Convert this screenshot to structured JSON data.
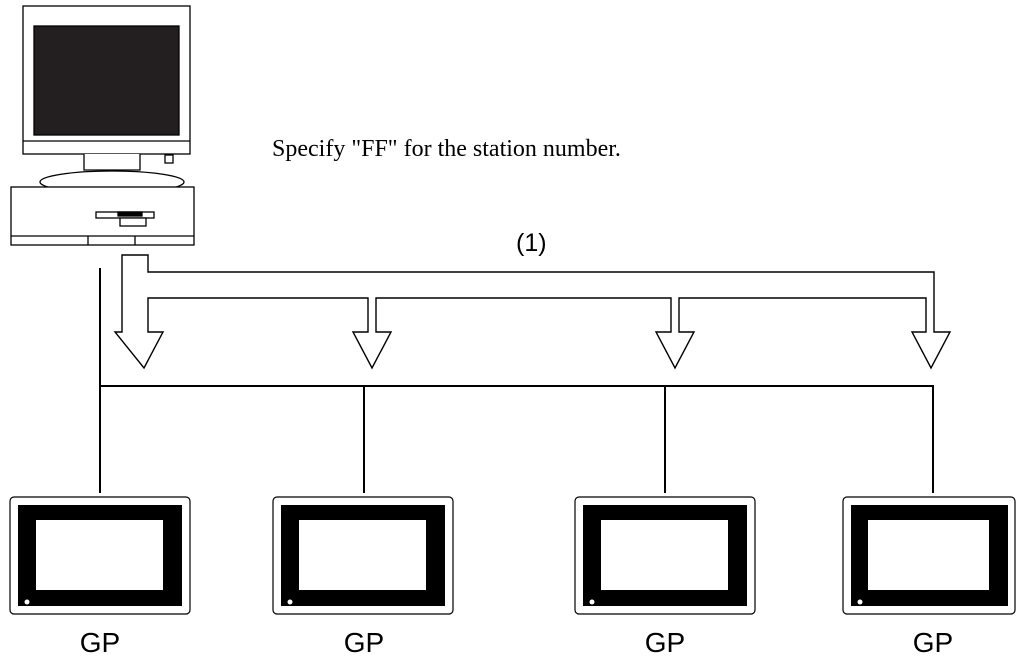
{
  "instruction_text": "Specify \"FF\" for the station number.",
  "broadcast_label": "(1)",
  "stations": [
    {
      "label": "GP"
    },
    {
      "label": "GP"
    },
    {
      "label": "GP"
    },
    {
      "label": "GP"
    }
  ]
}
